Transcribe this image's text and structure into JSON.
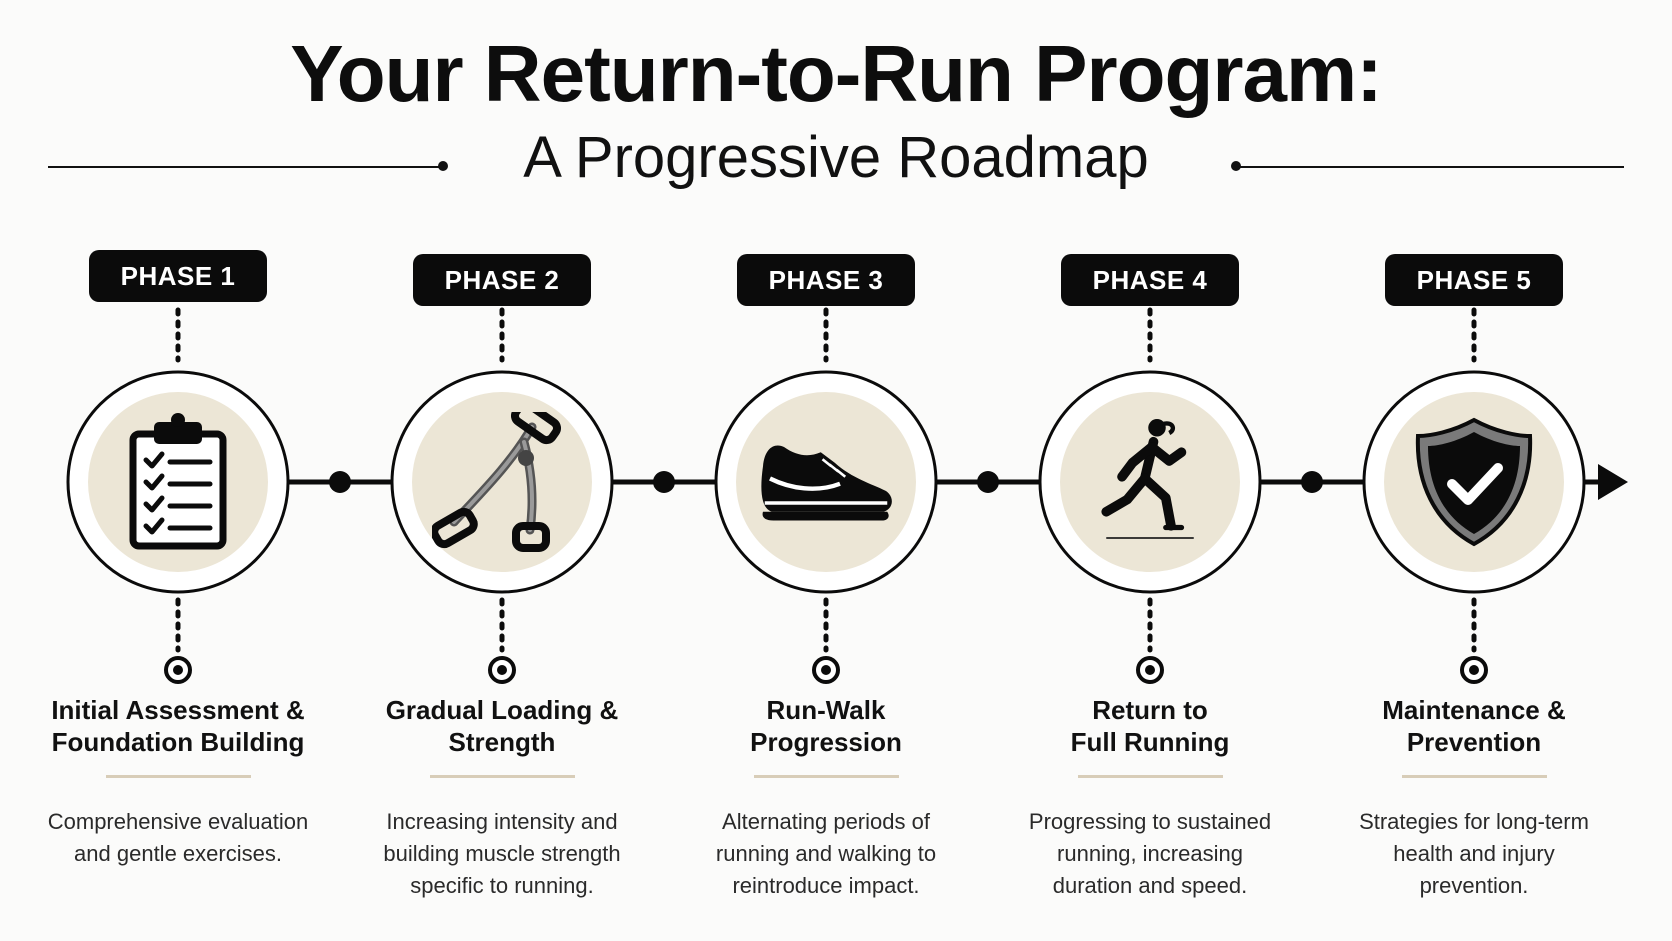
{
  "header": {
    "title": "Your Return-to-Run Program:",
    "subtitle": "A Progressive Roadmap"
  },
  "colors": {
    "ink": "#0b0b0b",
    "circle_fill": "#ece6d6",
    "underline": "#d8cdb8",
    "background": "#fbfbfa"
  },
  "phases": [
    {
      "badge": "PHASE 1",
      "icon": "clipboard-checklist-icon",
      "title_line1": "Initial Assessment &",
      "title_line2": "Foundation Building",
      "desc_line1": "Comprehensive evaluation",
      "desc_line2": "and gentle exercises.",
      "desc_line3": ""
    },
    {
      "badge": "PHASE 2",
      "icon": "resistance-band-icon",
      "title_line1": "Gradual Loading &",
      "title_line2": "Strength",
      "desc_line1": "Increasing intensity and",
      "desc_line2": "building muscle strength",
      "desc_line3": "specific to running."
    },
    {
      "badge": "PHASE 3",
      "icon": "running-shoe-icon",
      "title_line1": "Run-Walk",
      "title_line2": "Progression",
      "desc_line1": "Alternating periods of",
      "desc_line2": "running and walking to",
      "desc_line3": "reintroduce impact."
    },
    {
      "badge": "PHASE 4",
      "icon": "runner-icon",
      "title_line1": "Return to",
      "title_line2": "Full Running",
      "desc_line1": "Progressing to sustained",
      "desc_line2": "running, increasing",
      "desc_line3": "duration and speed."
    },
    {
      "badge": "PHASE 5",
      "icon": "shield-check-icon",
      "title_line1": "Maintenance &",
      "title_line2": "Prevention",
      "desc_line1": "Strategies for long-term",
      "desc_line2": "health and injury",
      "desc_line3": "prevention."
    }
  ]
}
